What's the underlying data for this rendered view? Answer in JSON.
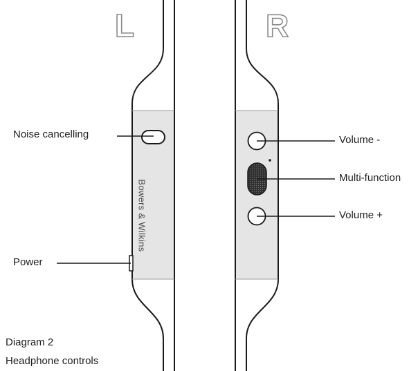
{
  "sides": {
    "left": "L",
    "right": "R"
  },
  "brand": "Bowers & Wilkins",
  "labels": {
    "noise_cancelling": "Noise cancelling",
    "power": "Power",
    "volume_down": "Volume -",
    "multi_function": "Multi-function",
    "volume_up": "Volume +"
  },
  "caption": {
    "line1": "Diagram 2",
    "line2": "Headphone controls"
  },
  "colors": {
    "outline": "#1a1a1a",
    "housing_fill": "#e5e5e5",
    "letter_stroke": "#8a8a8a",
    "button_fill": "#3c3c3c"
  }
}
